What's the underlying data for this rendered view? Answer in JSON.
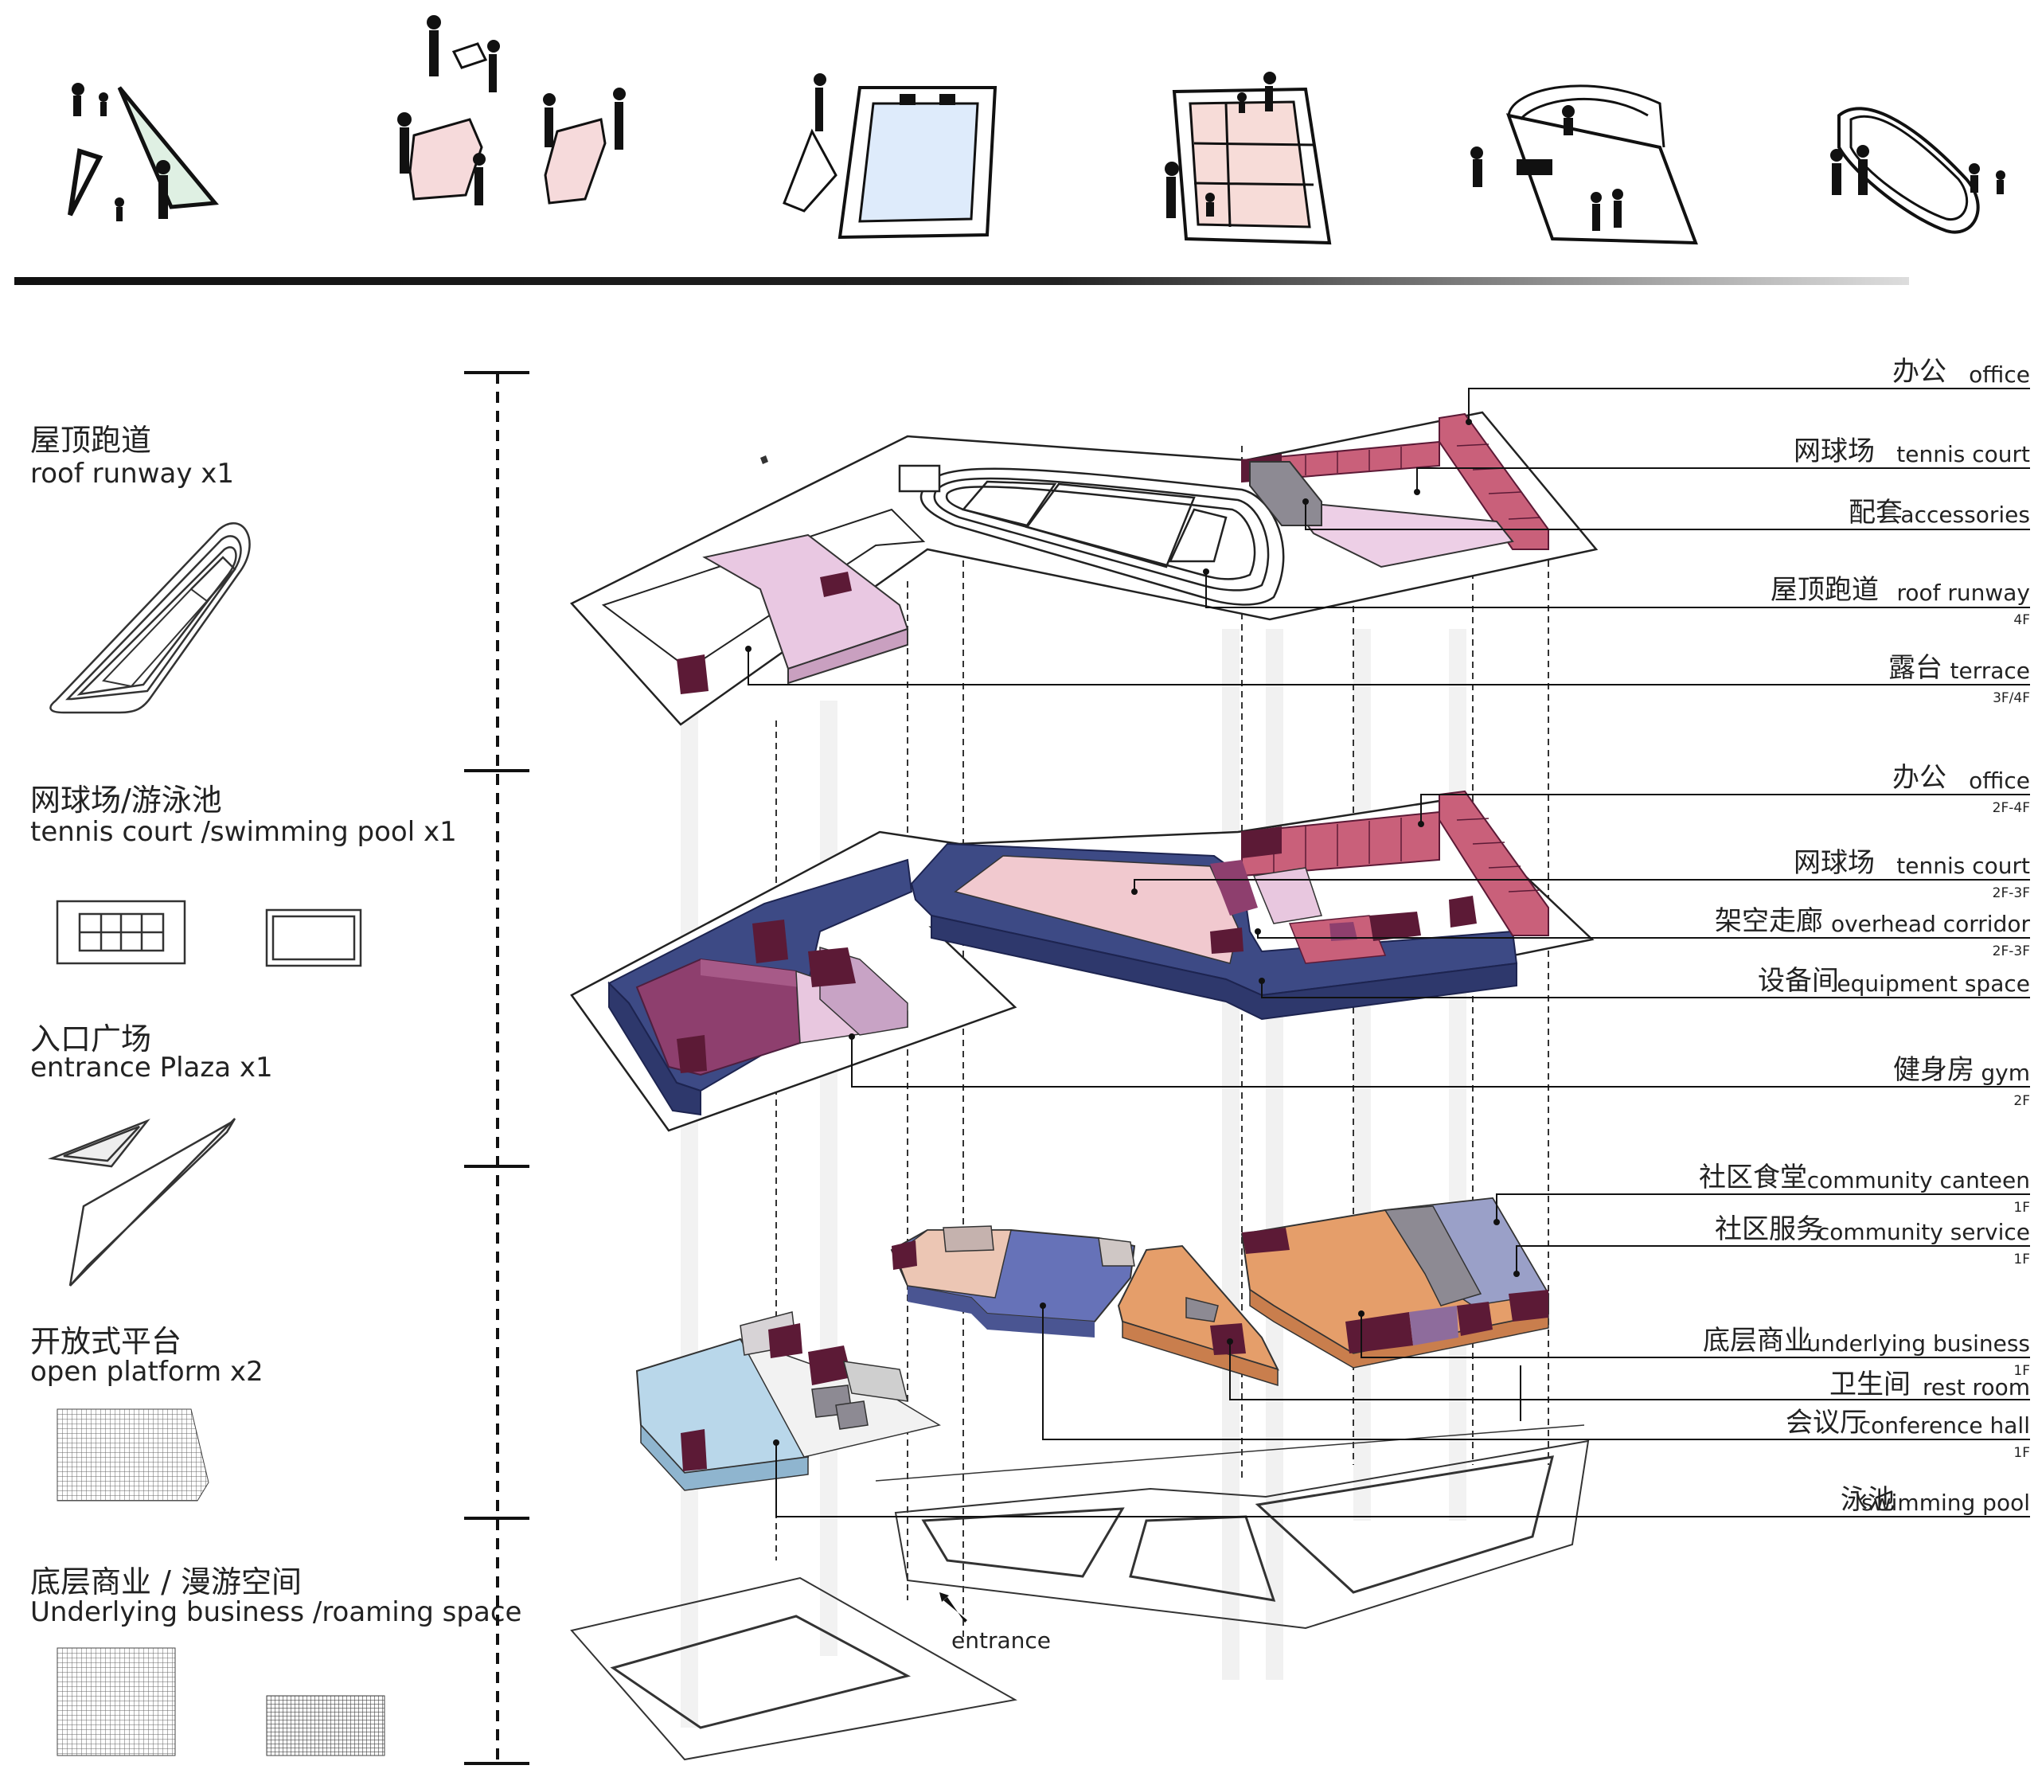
{
  "categories": [
    {
      "cn": "屋顶跑道",
      "en": "roof runway  x1"
    },
    {
      "cn": "网球场/游泳池",
      "en": "tennis court /swimming pool  x1"
    },
    {
      "cn": "入口广场",
      "en": "entrance Plaza  x1"
    },
    {
      "cn": "开放式平台",
      "en": "open platform  x2"
    },
    {
      "cn": "底层商业 / 漫游空间",
      "en": "Underlying business /roaming space"
    }
  ],
  "labels": [
    {
      "cn": "办公",
      "en": "office",
      "floor": ""
    },
    {
      "cn": "网球场",
      "en": "tennis court",
      "floor": ""
    },
    {
      "cn": "配套",
      "en": "accessories",
      "floor": ""
    },
    {
      "cn": "屋顶跑道",
      "en": "roof runway",
      "floor": "4F"
    },
    {
      "cn": "露台",
      "en": "terrace",
      "floor": "3F/4F"
    },
    {
      "cn": "办公",
      "en": "office",
      "floor": "2F-4F"
    },
    {
      "cn": "网球场",
      "en": "tennis court",
      "floor": "2F-3F"
    },
    {
      "cn": "架空走廊",
      "en": "overhead corridor",
      "floor": "2F-3F"
    },
    {
      "cn": "设备间",
      "en": "equipment space",
      "floor": ""
    },
    {
      "cn": "健身房",
      "en": "gym",
      "floor": "2F"
    },
    {
      "cn": "社区食堂",
      "en": "community canteen",
      "floor": "1F"
    },
    {
      "cn": "社区服务",
      "en": "community service",
      "floor": "1F"
    },
    {
      "cn": "底层商业",
      "en": "underlying business",
      "floor": "1F"
    },
    {
      "cn": "卫生间",
      "en": "rest room",
      "floor": ""
    },
    {
      "cn": "会议厅",
      "en": "conference hall",
      "floor": "1F"
    },
    {
      "cn": "泳池",
      "en": "swimming pool",
      "floor": ""
    }
  ],
  "entrance": "entrance",
  "colors": {
    "office": "#c9607a",
    "corridor": "#3d4a85",
    "gym": "#8e3f6e",
    "lightpink": "#e8c7df",
    "canteen": "#9aa0c8",
    "business": "#5c1a36",
    "hall": "#e59e6a",
    "pool": "#b9d7ea",
    "gray": "#8d8a93"
  }
}
